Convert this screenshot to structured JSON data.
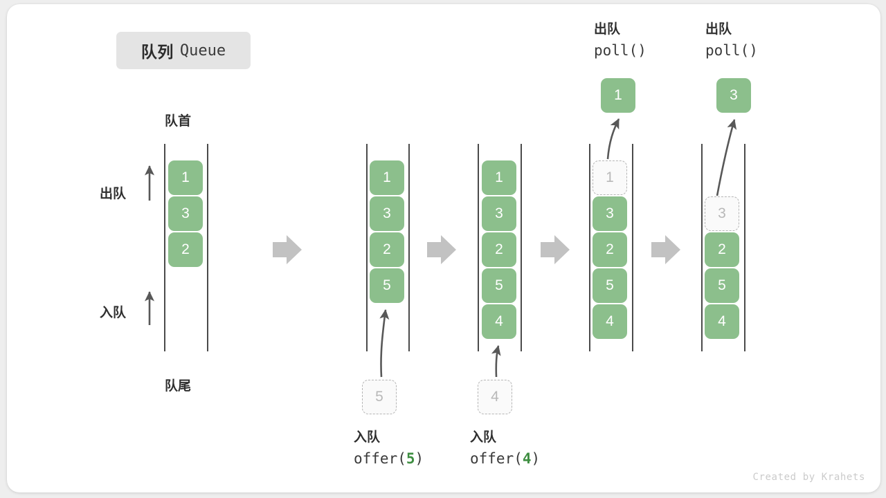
{
  "title": {
    "cn": "队列",
    "en": "Queue"
  },
  "colors": {
    "item_fill": "#8cbf8c",
    "item_text": "#ffffff",
    "ghost_fill": "#fafafa",
    "ghost_border": "#b5b5b5",
    "ghost_text": "#b8b8b8",
    "rail": "#4a4a4a",
    "arrow_gray": "#c2c2c2",
    "text": "#2f2f2f",
    "accent_code": "#3e8e41",
    "chip_bg": "#e4e4e4",
    "watermark": "#cbcbcb",
    "page_bg": "#eeeeee",
    "card_bg": "#ffffff"
  },
  "annotations": {
    "front": "队首",
    "rear": "队尾",
    "dequeue_side": "出队",
    "enqueue_side": "入队"
  },
  "watermark": "Created by Krahets",
  "columns": [
    {
      "id": "state-initial",
      "items": [
        "1",
        "3",
        "2"
      ],
      "ghost_index": null,
      "ghost_value": null,
      "capacity": 5
    },
    {
      "id": "state-after-offer-5",
      "items": [
        "1",
        "3",
        "2",
        "5"
      ],
      "ghost_index": null,
      "ghost_value": null,
      "capacity": 5
    },
    {
      "id": "state-after-offer-4",
      "items": [
        "1",
        "3",
        "2",
        "5",
        "4"
      ],
      "ghost_index": null,
      "ghost_value": null,
      "capacity": 5
    },
    {
      "id": "state-poll-1",
      "items": [
        "1",
        "3",
        "2",
        "5",
        "4"
      ],
      "ghost_index": 0,
      "ghost_value": "1",
      "capacity": 5
    },
    {
      "id": "state-poll-3",
      "items": [
        "3",
        "2",
        "5",
        "4"
      ],
      "ghost_index": 0,
      "ghost_value": "3",
      "capacity": 5
    }
  ],
  "operations": {
    "offer_5": {
      "cn": "入队",
      "fn": "offer(",
      "arg": "5",
      "close": ")"
    },
    "offer_4": {
      "cn": "入队",
      "fn": "offer(",
      "arg": "4",
      "close": ")"
    },
    "poll_1": {
      "cn": "出队",
      "fn": "poll(",
      "arg": "",
      "close": ")"
    },
    "poll_3": {
      "cn": "出队",
      "fn": "poll(",
      "arg": "",
      "close": ")"
    }
  },
  "pending": {
    "offer_5_value": "5",
    "offer_4_value": "4"
  },
  "popped": {
    "poll_1_value": "1",
    "poll_3_value": "3"
  }
}
